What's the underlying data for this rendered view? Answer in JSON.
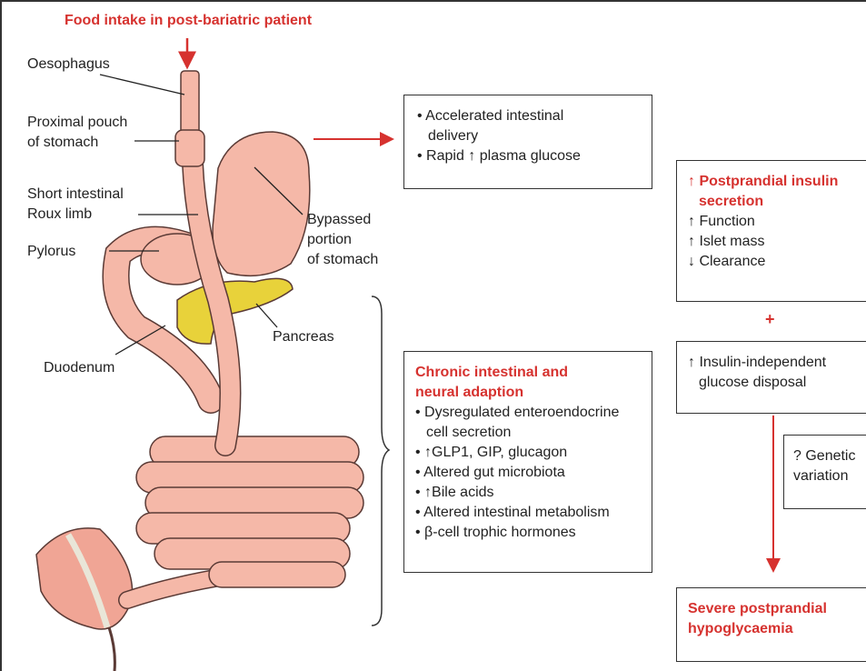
{
  "colors": {
    "accent": "#d6322f",
    "stomach": "#f5b8a8",
    "pancreas": "#e8d23a",
    "outline": "#5a3a35"
  },
  "title": "Food intake in post-bariatric patient",
  "anatomy_labels": {
    "oesophagus": "Oesophagus",
    "pouch_1": "Proximal pouch",
    "pouch_2": "of stomach",
    "roux_1": "Short intestinal",
    "roux_2": "Roux limb",
    "pylorus": "Pylorus",
    "bypassed_1": "Bypassed",
    "bypassed_2": "portion",
    "bypassed_3": "of stomach",
    "pancreas": "Pancreas",
    "duodenum": "Duodenum"
  },
  "box_delivery": {
    "line1": "• Accelerated intestinal",
    "line2": "delivery",
    "line3": "• Rapid ↑ plasma glucose"
  },
  "box_adaptation": {
    "head1": "Chronic intestinal and",
    "head2": "neural adaption",
    "items": [
      "• Dysregulated enteroendocrine",
      "cell secretion",
      "• ↑GLP1, GIP, glucagon",
      "• Altered gut microbiota",
      "• ↑Bile acids",
      "• Altered intestinal metabolism",
      "• β-cell trophic hormones"
    ]
  },
  "box_insulin": {
    "head1": "↑ Postprandial insulin",
    "head2": "secretion",
    "items": [
      "↑ Function",
      "↑ Islet mass",
      "↓ Clearance"
    ]
  },
  "plus": "+",
  "box_independent": {
    "line1": "↑ Insulin-independent",
    "line2": "glucose disposal"
  },
  "box_genetic": {
    "line1": "? Genetic",
    "line2": "variation"
  },
  "box_outcome": {
    "line1": "Severe postprandial",
    "line2": "hypoglycaemia"
  }
}
